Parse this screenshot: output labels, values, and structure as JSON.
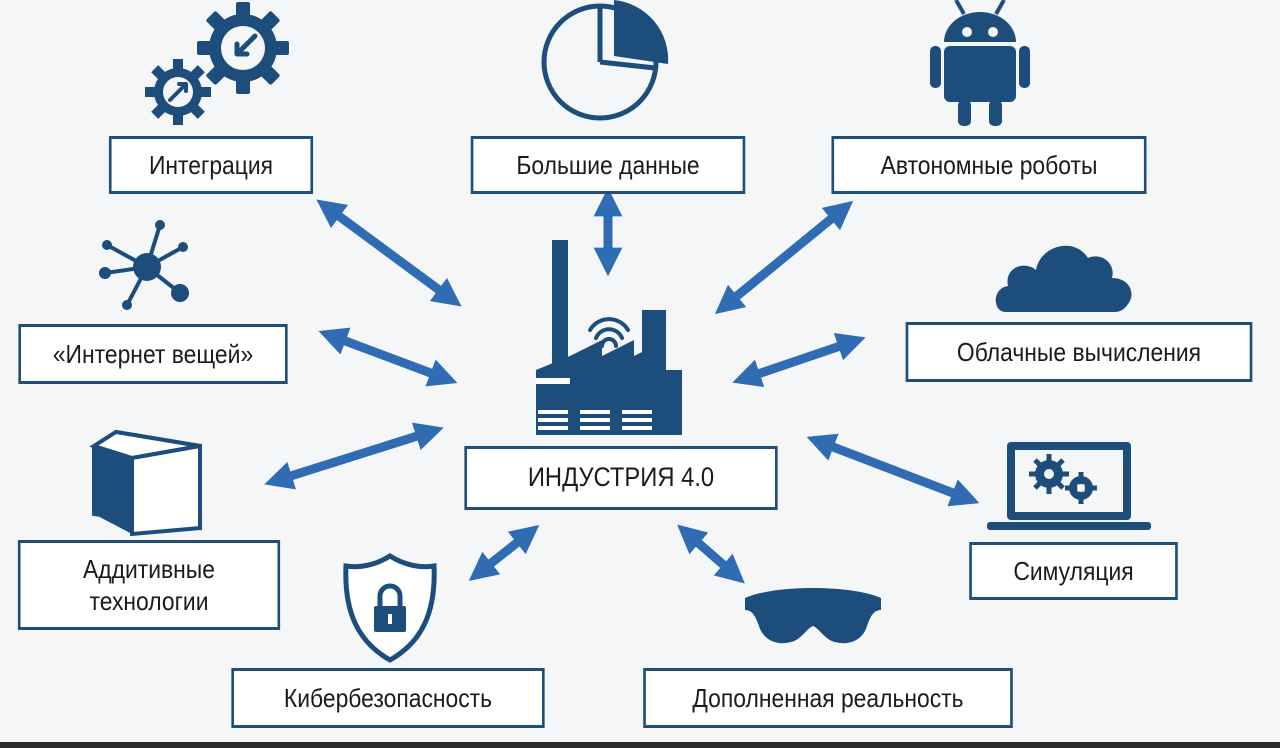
{
  "diagram": {
    "center_label": "ИНДУСТРИЯ 4.0",
    "nodes": {
      "integration": "Интеграция",
      "big_data": "Большие данные",
      "autonomous_robots": "Автономные роботы",
      "iot": "«Интернет вещей»",
      "cloud": "Облачные вычисления",
      "additive_line1": "Аддитивные",
      "additive_line2": "технологии",
      "simulation": "Симуляция",
      "cybersecurity": "Кибербезопасность",
      "ar": "Дополненная реальность"
    },
    "icons": [
      "gears-icon",
      "pie-chart-icon",
      "robot-icon",
      "network-icon",
      "cloud-icon",
      "factory-icon",
      "cube-icon",
      "laptop-gears-icon",
      "shield-lock-icon",
      "vr-glasses-icon"
    ],
    "colors": {
      "primary": "#1f4e79",
      "icon": "#1d4d7a",
      "arrow": "#2f6cb3",
      "background": "#f5f6f7"
    }
  }
}
